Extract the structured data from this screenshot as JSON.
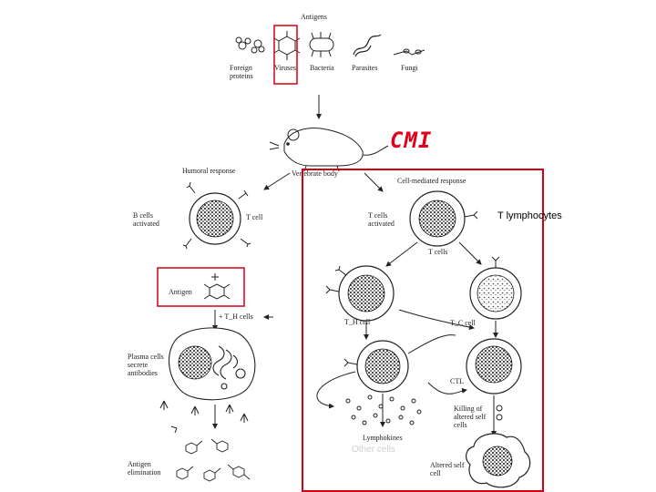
{
  "labels": {
    "antigens": "Antigens",
    "foreign_proteins": "Foreign proteins",
    "viruses": "Viruses",
    "bacteria": "Bacteria",
    "parasites": "Parasites",
    "fungi": "Fungi",
    "vertebrate_body": "Vertebrate body",
    "humoral_response": "Humoral response",
    "cell_mediated_response": "Cell-mediated response",
    "b_cells_activated": "B cells activated",
    "t_cell_left": "T cell",
    "t_cells_activated": "T cells activated",
    "t_cells_branch": "T cells",
    "antigen": "Antigen",
    "th_cells": "+ T_H cells",
    "th_cell": "T_H cell",
    "tc_cell": "T_C cell",
    "ctl": "CTL",
    "plasma_cells": "Plasma cells secrete antibodies",
    "killing": "Killing of altered self cells",
    "lymphokines": "Lymphokines",
    "altered_self_cell": "Altered self cell",
    "antigen_elimination": "Antigen elimination"
  },
  "overlay": {
    "cmi": "CMI",
    "t_lymphocytes": "T lymphocytes",
    "other_cells": "Other cells"
  },
  "colors": {
    "highlight": "#d40012",
    "cmi_text": "#e0001b",
    "ink": "#222222"
  }
}
